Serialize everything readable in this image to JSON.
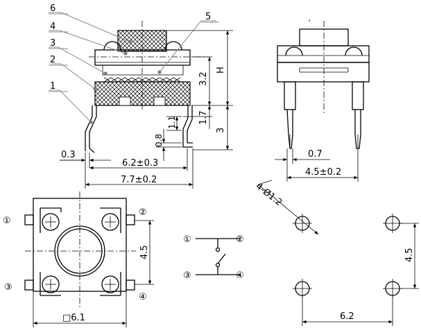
{
  "side_view": {
    "callouts": [
      "1",
      "2",
      "3",
      "4",
      "5",
      "6"
    ],
    "dims": {
      "h": "H",
      "d32": "3.2",
      "d17": "1.7",
      "d3": "3",
      "d11": "1.1",
      "d08": "0.8",
      "d03": "0.3",
      "d62": "6.2±0.3",
      "d77": "7.7±0.2"
    }
  },
  "front_view": {
    "dims": {
      "d07": "0.7",
      "d45": "4.5±0.2"
    }
  },
  "top_view": {
    "pins": [
      "①",
      "②",
      "③",
      "④"
    ],
    "dims": {
      "d45": "4.5",
      "d61": "□6.1"
    }
  },
  "schematic": {
    "pins": [
      "①",
      "②",
      "③",
      "④"
    ]
  },
  "pcb_layout": {
    "dims": {
      "hole": "4-Ø1.2",
      "d45": "4.5",
      "d62": "6.2"
    }
  }
}
